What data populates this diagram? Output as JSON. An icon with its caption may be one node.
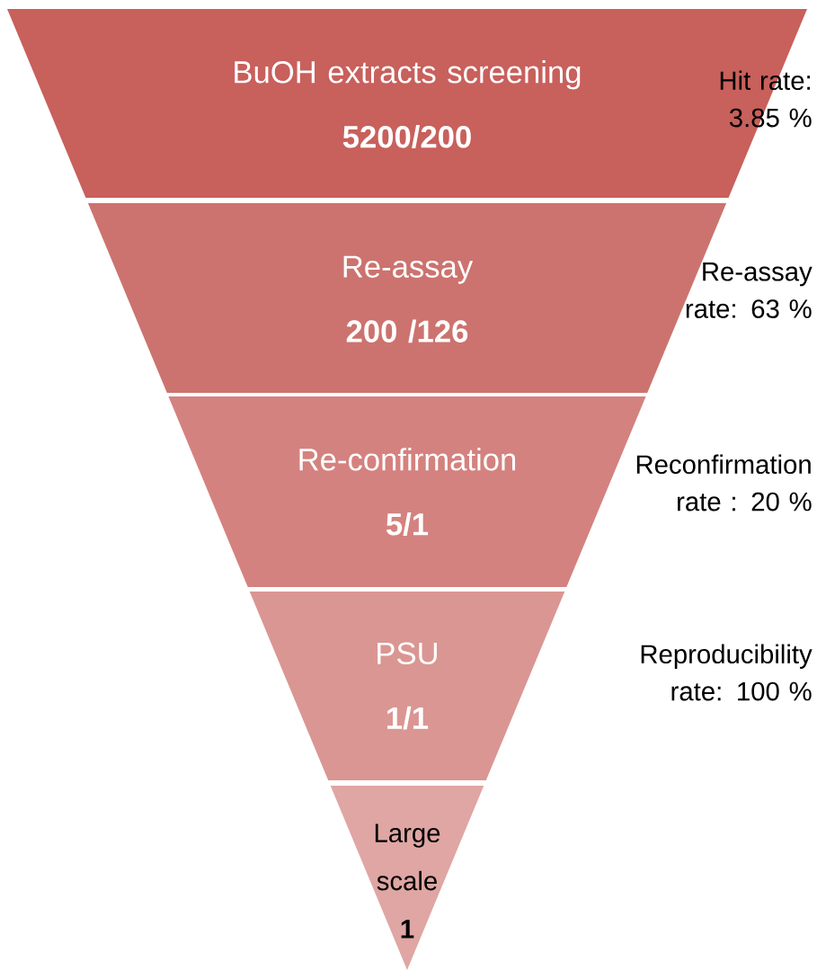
{
  "diagram": {
    "nodes": [
      {
        "text": [
          "BuOH extracts screening",
          "5200/200"
        ]
      },
      {
        "text": [
          "Re-assay",
          "200 /126"
        ]
      },
      {
        "text": [
          "Re-confirmation",
          "5/1"
        ]
      },
      {
        "text": [
          "PSU",
          "1/1"
        ]
      },
      {
        "text": [
          "Large scale",
          "1"
        ]
      }
    ],
    "labels": [
      "Hit rate: 3.85 %",
      "Re-assay rate: 63 %",
      "Reconfirmation rate : 20 %",
      "Reproducibility rate: 100 %"
    ]
  }
}
